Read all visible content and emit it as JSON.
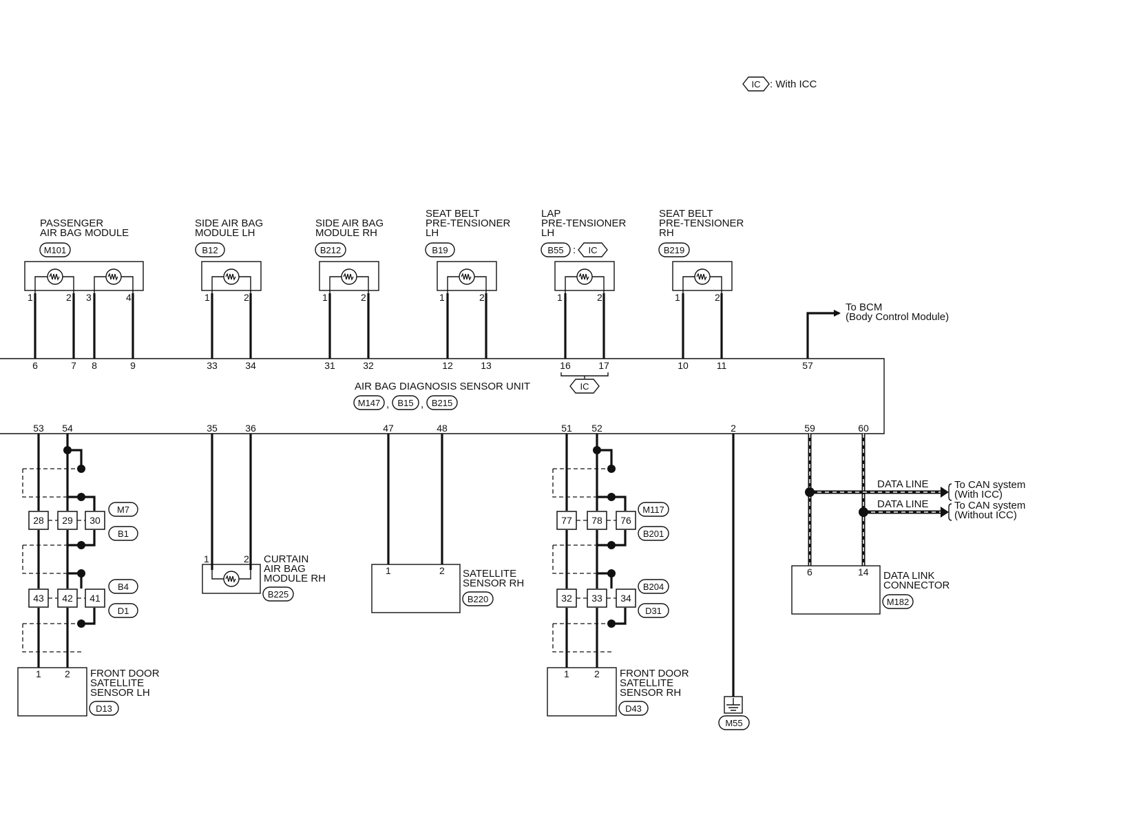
{
  "legend": {
    "symbol": "IC",
    "text": ": With ICC"
  },
  "components": {
    "passenger_airbag": {
      "name": [
        "PASSENGER",
        "AIR BAG MODULE"
      ],
      "connector": "M101",
      "pins": [
        "1",
        "2",
        "3",
        "4"
      ]
    },
    "side_airbag_lh": {
      "name": [
        "SIDE AIR BAG",
        "MODULE LH"
      ],
      "connector": "B12",
      "pins": [
        "1",
        "2"
      ]
    },
    "side_airbag_rh": {
      "name": [
        "SIDE AIR BAG",
        "MODULE RH"
      ],
      "connector": "B212",
      "pins": [
        "1",
        "2"
      ]
    },
    "seatbelt_pt_lh": {
      "name": [
        "SEAT BELT",
        "PRE-TENSIONER",
        "LH"
      ],
      "connector": "B19",
      "pins": [
        "1",
        "2"
      ]
    },
    "lap_pt_lh": {
      "name": [
        "LAP",
        "PRE-TENSIONER",
        "LH"
      ],
      "connector": "B55",
      "sep": ":",
      "ic": "IC",
      "pins": [
        "1",
        "2"
      ]
    },
    "seatbelt_pt_rh": {
      "name": [
        "SEAT BELT",
        "PRE-TENSIONER",
        "RH"
      ],
      "connector": "B219",
      "pins": [
        "1",
        "2"
      ]
    },
    "curtain_airbag_rh": {
      "name": [
        "CURTAIN",
        "AIR BAG",
        "MODULE RH"
      ],
      "connector": "B225",
      "pins": [
        "1",
        "2"
      ]
    },
    "satellite_sensor_rh": {
      "name": [
        "SATELLITE",
        "SENSOR RH"
      ],
      "connector": "B220",
      "pins": [
        "1",
        "2"
      ]
    },
    "front_door_sensor_lh": {
      "name": [
        "FRONT DOOR",
        "SATELLITE",
        "SENSOR LH"
      ],
      "connector": "D13",
      "pins": [
        "1",
        "2"
      ]
    },
    "front_door_sensor_rh": {
      "name": [
        "FRONT DOOR",
        "SATELLITE",
        "SENSOR RH"
      ],
      "connector": "D43",
      "pins": [
        "1",
        "2"
      ]
    },
    "data_link": {
      "name": [
        "DATA LINK",
        "CONNECTOR"
      ],
      "connector": "M182",
      "pins": [
        "6",
        "14"
      ]
    },
    "ground": {
      "connector": "M55"
    }
  },
  "sensor_unit": {
    "name": "AIR BAG DIAGNOSIS SENSOR UNIT",
    "connectors": [
      "M147",
      "B15",
      "B215"
    ],
    "connector_sep": ",",
    "ic": "IC",
    "top_pins": [
      "6",
      "7",
      "8",
      "9",
      "33",
      "34",
      "31",
      "32",
      "12",
      "13",
      "16",
      "17",
      "10",
      "11",
      "57"
    ],
    "bottom_pins": [
      "53",
      "54",
      "35",
      "36",
      "47",
      "48",
      "51",
      "52",
      "2",
      "59",
      "60"
    ]
  },
  "bcm": {
    "lines": [
      "To  BCM",
      "(Body Control Module)"
    ]
  },
  "can": [
    {
      "line": "DATA LINE",
      "target": [
        "To CAN system",
        "(With ICC)"
      ]
    },
    {
      "line": "DATA LINE",
      "target": [
        "To CAN system",
        "(Without ICC)"
      ]
    }
  ],
  "harness_lh": {
    "row1": [
      "28",
      "29",
      "30"
    ],
    "tags1": [
      "M7",
      "B1"
    ],
    "row2": [
      "43",
      "42",
      "41"
    ],
    "tags2": [
      "B4",
      "D1"
    ]
  },
  "harness_rh": {
    "row1": [
      "77",
      "78",
      "76"
    ],
    "tags1": [
      "M117",
      "B201"
    ],
    "row2": [
      "32",
      "33",
      "34"
    ],
    "tags2": [
      "B204",
      "D31"
    ]
  }
}
